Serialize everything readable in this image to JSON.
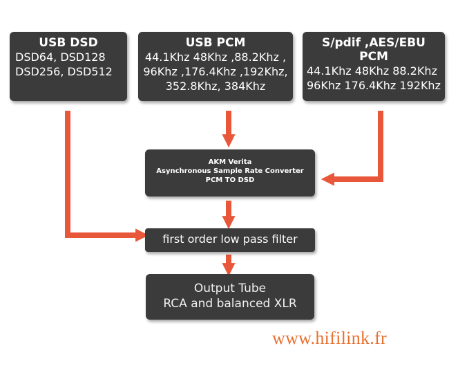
{
  "colors": {
    "box": "#3b3b3b",
    "arrow": "#e8573a",
    "watermark": "#e8702e"
  },
  "boxes": {
    "usb_dsd": {
      "title": "USB DSD",
      "lines": [
        "DSD64, DSD128",
        "DSD256, DSD512"
      ]
    },
    "usb_pcm": {
      "title": "USB PCM",
      "lines": [
        "44.1Khz 48Khz ,88.2Khz ,",
        "96Khz ,176.4Khz ,192Khz,",
        "352.8Khz, 384Khz"
      ]
    },
    "spdif": {
      "title": "S/pdif ,AES/EBU PCM",
      "lines": [
        "44.1Khz 48Khz 88.2Khz",
        "96Khz 176.4Khz 192Khz"
      ]
    },
    "akm": {
      "lines": [
        "AKM Verita",
        "Asynchronous Sample Rate Converter",
        "PCM TO DSD"
      ]
    },
    "filter": {
      "label": "first order low pass filter"
    },
    "output": {
      "lines": [
        "Output Tube",
        "RCA and balanced XLR"
      ]
    }
  },
  "watermark": "www.hifilink.fr"
}
